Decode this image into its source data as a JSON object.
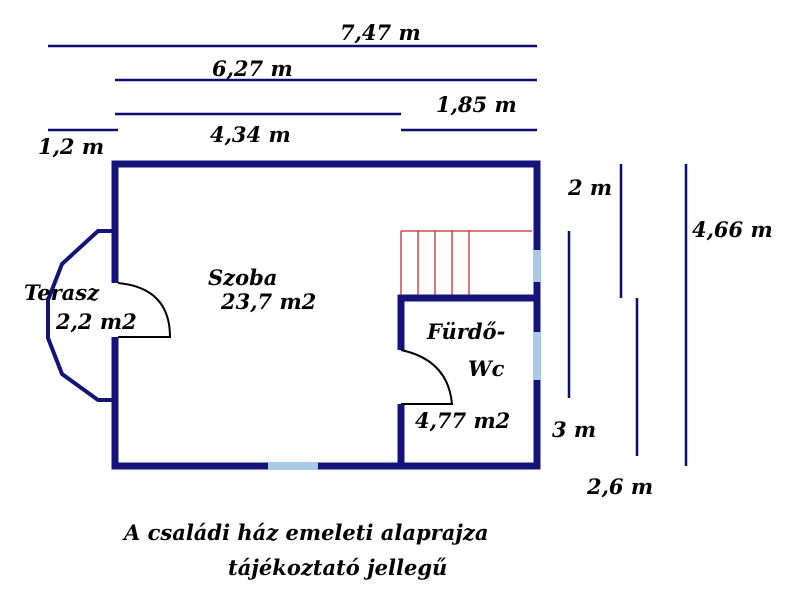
{
  "dimensions": {
    "total_width": "7,47 m",
    "width_6_27": "6,27 m",
    "width_1_85": "1,85 m",
    "width_1_2": "1,2 m",
    "width_4_34": "4,34 m",
    "height_2": "2 m",
    "height_4_66": "4,66 m",
    "height_3": "3 m",
    "height_2_6": "2,6 m"
  },
  "rooms": {
    "terrace_name": "Terasz",
    "terrace_area": "2,2 m2",
    "room_name": "Szoba",
    "room_area": "23,7 m2",
    "bath_name_line1": "Fürdő-",
    "bath_name_line2": "Wc",
    "bath_area": "4,77 m2"
  },
  "caption": {
    "line1": "A családi ház emeleti alaprajza",
    "line2": "tájékoztató jellegű"
  },
  "colors": {
    "wall": "#13137a",
    "window": "#a9c9e6",
    "stair": "#cc2a2a",
    "dim_line": "#0d0d6e"
  }
}
